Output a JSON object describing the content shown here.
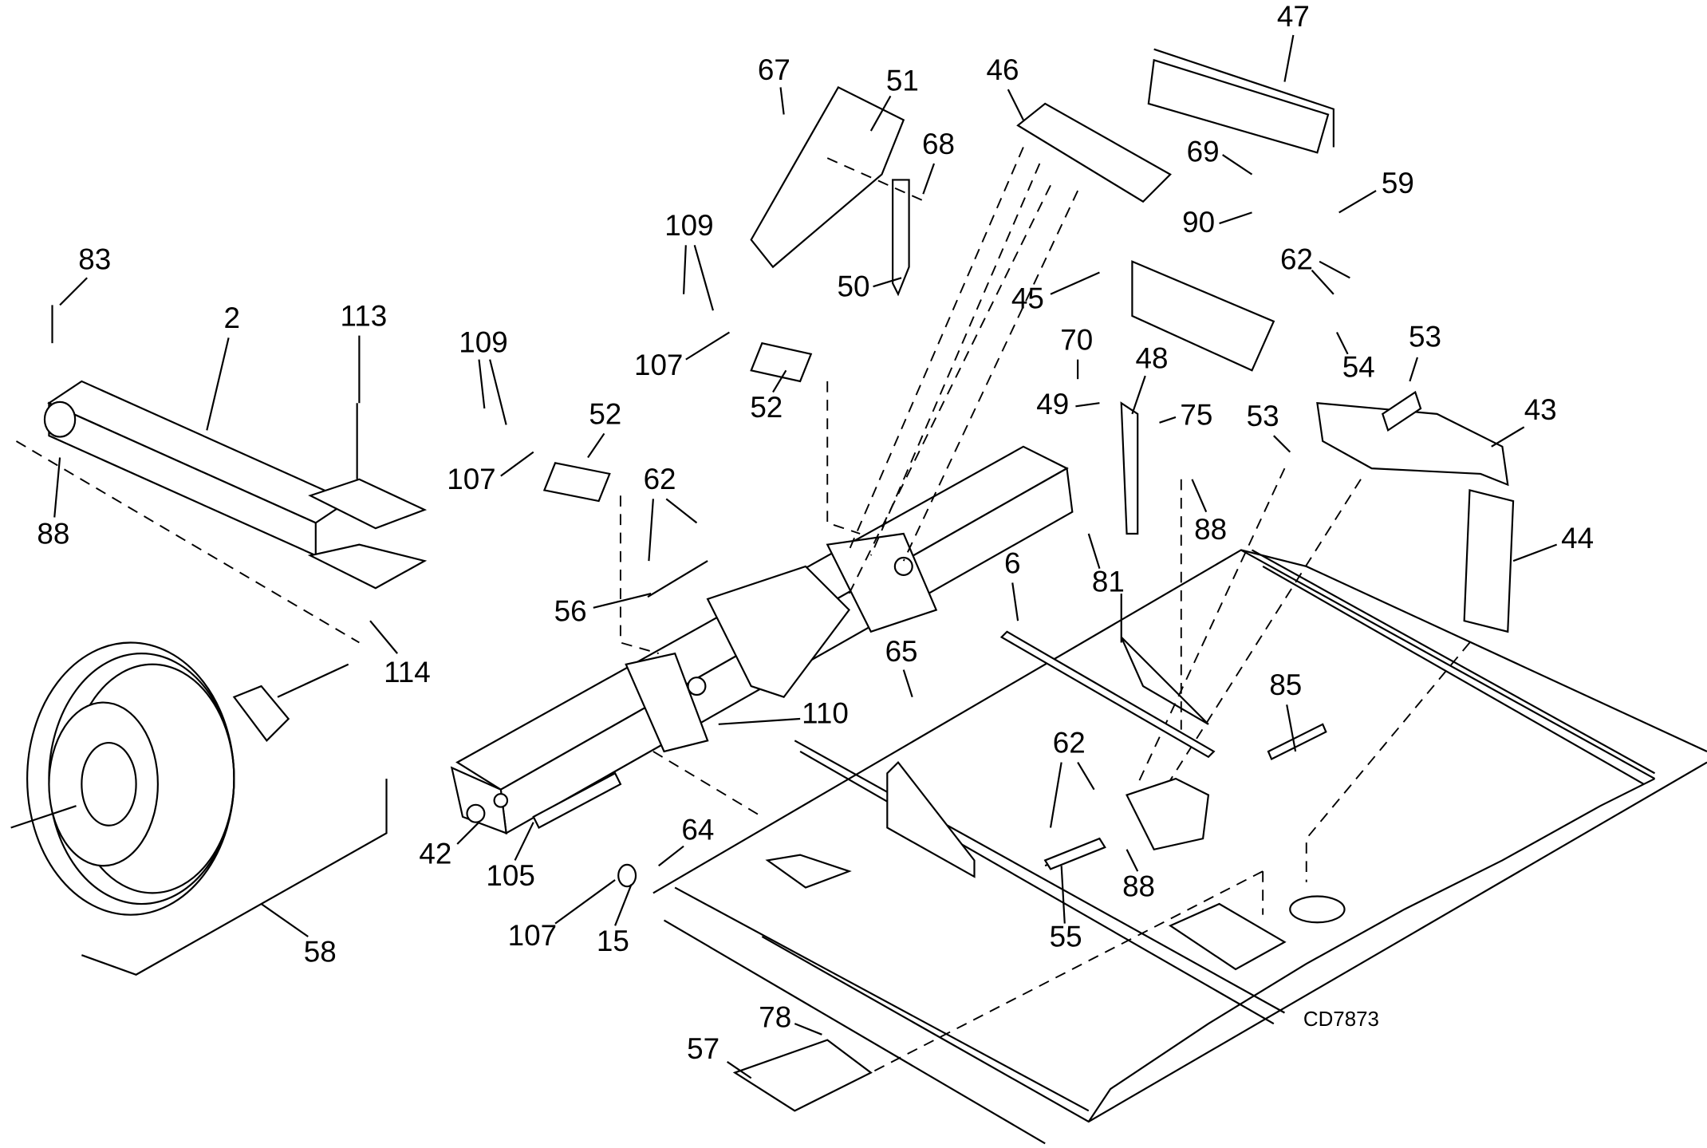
{
  "drawing_code": "CD7873",
  "callouts": [
    "47",
    "67",
    "51",
    "46",
    "68",
    "69",
    "59",
    "109",
    "90",
    "83",
    "2",
    "113",
    "62",
    "50",
    "45",
    "109",
    "70",
    "48",
    "53",
    "107",
    "52",
    "54",
    "49",
    "75",
    "43",
    "52",
    "53",
    "107",
    "62",
    "88",
    "88",
    "44",
    "6",
    "81",
    "56",
    "114",
    "65",
    "85",
    "110",
    "62",
    "64",
    "42",
    "105",
    "88",
    "107",
    "15",
    "55",
    "58",
    "78",
    "57"
  ]
}
